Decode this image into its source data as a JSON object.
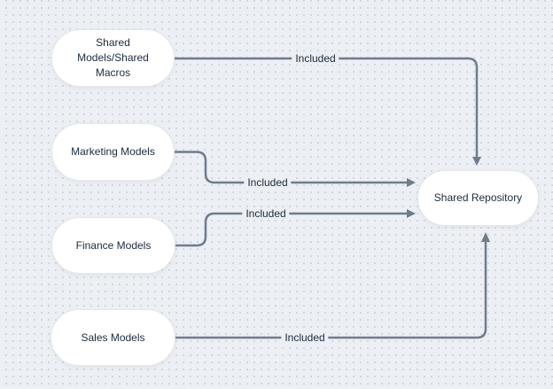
{
  "colors": {
    "background": "#eceff3",
    "dot": "#ccd2da",
    "node_fill": "#ffffff",
    "node_border": "#e3e7ec",
    "connector": "#6f7c8c",
    "text": "#1c2b3e"
  },
  "diagram": {
    "type": "flowchart",
    "nodes": [
      {
        "id": "shared-models-shared-macros",
        "label": "Shared Models/Shared Macros",
        "lines": [
          "Shared",
          "Models/Shared",
          "Macros"
        ]
      },
      {
        "id": "marketing-models",
        "label": "Marketing Models",
        "lines": [
          "Marketing Models"
        ]
      },
      {
        "id": "finance-models",
        "label": "Finance Models",
        "lines": [
          "Finance Models"
        ]
      },
      {
        "id": "sales-models",
        "label": "Sales Models",
        "lines": [
          "Sales Models"
        ]
      },
      {
        "id": "shared-repository",
        "label": "Shared Repository",
        "lines": [
          "Shared Repository"
        ]
      }
    ],
    "edges": [
      {
        "from": "shared-models-shared-macros",
        "to": "shared-repository",
        "label": "Included",
        "arrow_enters": "top"
      },
      {
        "from": "marketing-models",
        "to": "shared-repository",
        "label": "Included",
        "arrow_enters": "left"
      },
      {
        "from": "finance-models",
        "to": "shared-repository",
        "label": "Included",
        "arrow_enters": "left"
      },
      {
        "from": "sales-models",
        "to": "shared-repository",
        "label": "Included",
        "arrow_enters": "bottom"
      }
    ]
  }
}
